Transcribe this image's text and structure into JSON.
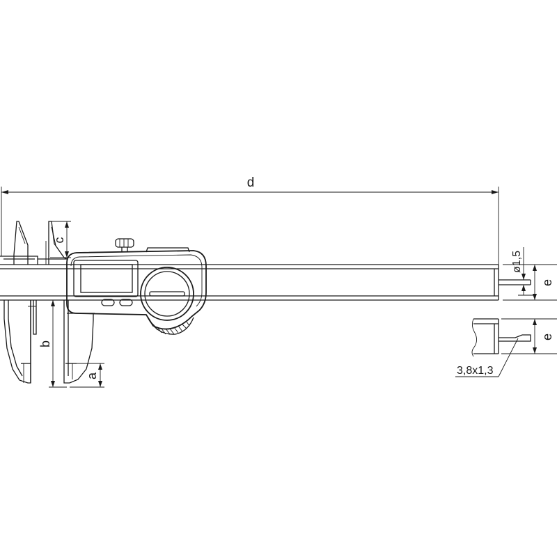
{
  "dimensions": {
    "d": "d",
    "c": "c",
    "b": "b",
    "a": "a",
    "e_top": "e",
    "e_bottom": "e",
    "diameter": "ø1,5",
    "section": "3,8x1,3"
  },
  "colors": {
    "line": "#1a1a1a",
    "background": "#ffffff"
  }
}
